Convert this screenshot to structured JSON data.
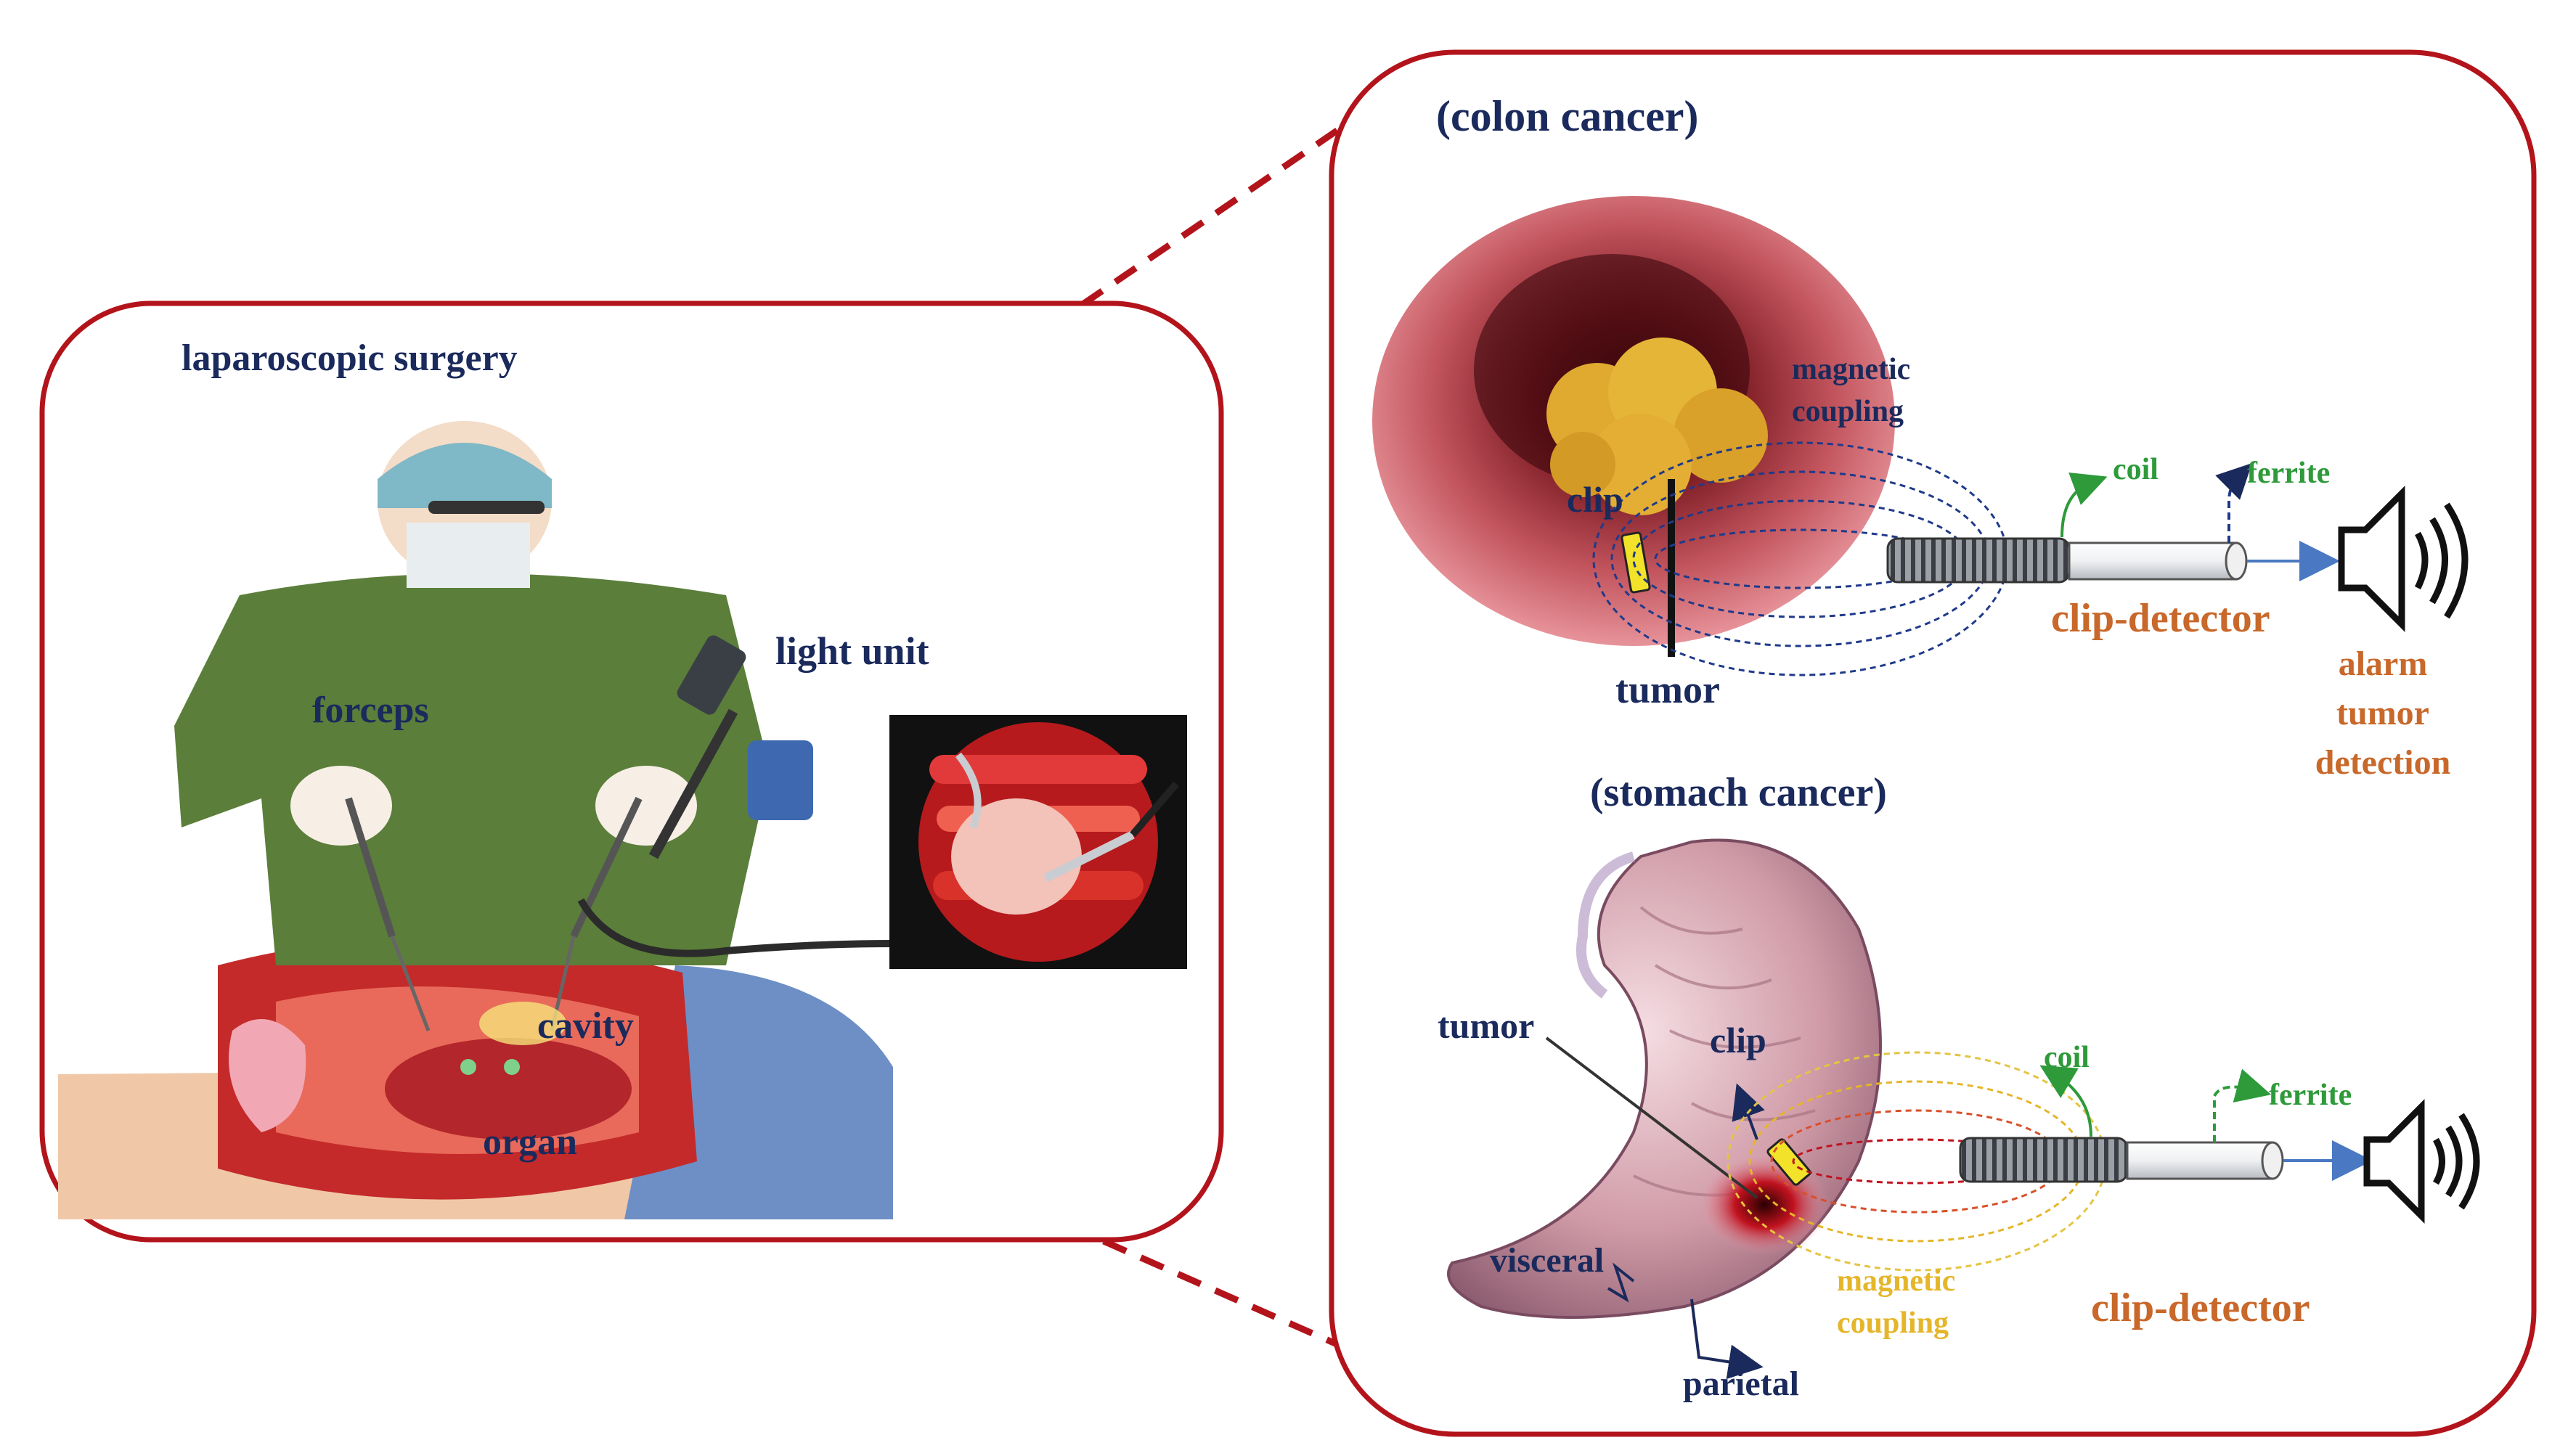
{
  "left_panel": {
    "title": "laparoscopic surgery",
    "labels": {
      "light_unit": "light  unit",
      "forceps": "forceps",
      "cavity": "cavity",
      "organ": "organ"
    }
  },
  "colon_panel": {
    "title": "(colon cancer)",
    "labels": {
      "magnetic_line1": "magnetic",
      "magnetic_line2": "coupling",
      "clip": "clip",
      "tumor": "tumor",
      "coil": "coil",
      "ferrite": "ferrite",
      "clip_detector": "clip-detector",
      "alarm_line1": "alarm",
      "alarm_line2": "tumor",
      "alarm_line3": "detection"
    }
  },
  "stomach_panel": {
    "title": "(stomach cancer)",
    "labels": {
      "tumor": "tumor",
      "clip": "clip",
      "coil": "coil",
      "ferrite": "ferrite",
      "visceral": "visceral",
      "parietal": "parietal",
      "magnetic_line1": "magnetic",
      "magnetic_line2": "coupling",
      "clip_detector": "clip-detector"
    }
  },
  "colors": {
    "frame": "#b3141b",
    "label_navy": "#1b2a5c",
    "label_orange": "#c8682a",
    "label_green": "#2e9a3a",
    "label_yellow": "#e5b62a"
  }
}
